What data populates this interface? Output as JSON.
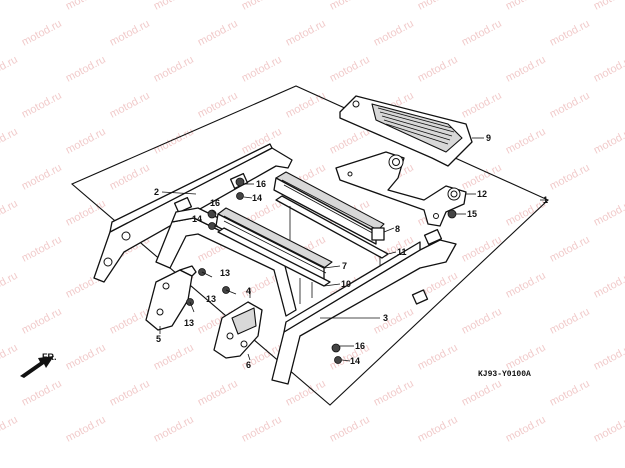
{
  "watermark_text": "motod.ru",
  "callouts": {
    "c1": "1",
    "c2": "2",
    "c3": "3",
    "c4": "4",
    "c5": "5",
    "c6": "6",
    "c7": "7",
    "c8": "8",
    "c9": "9",
    "c10": "10",
    "c11": "11",
    "c12": "12",
    "c13a": "13",
    "c13b": "13",
    "c13c": "13",
    "c14a": "14",
    "c14b": "14",
    "c14c": "14",
    "c15": "15",
    "c16a": "16",
    "c16b": "16",
    "c16c": "16"
  },
  "diagram_code": "KJ93-Y0100A",
  "front_indicator": "FR.",
  "colors": {
    "line": "#111111",
    "watermark": "#e6a0a0",
    "shade": "#d8d8d8"
  }
}
